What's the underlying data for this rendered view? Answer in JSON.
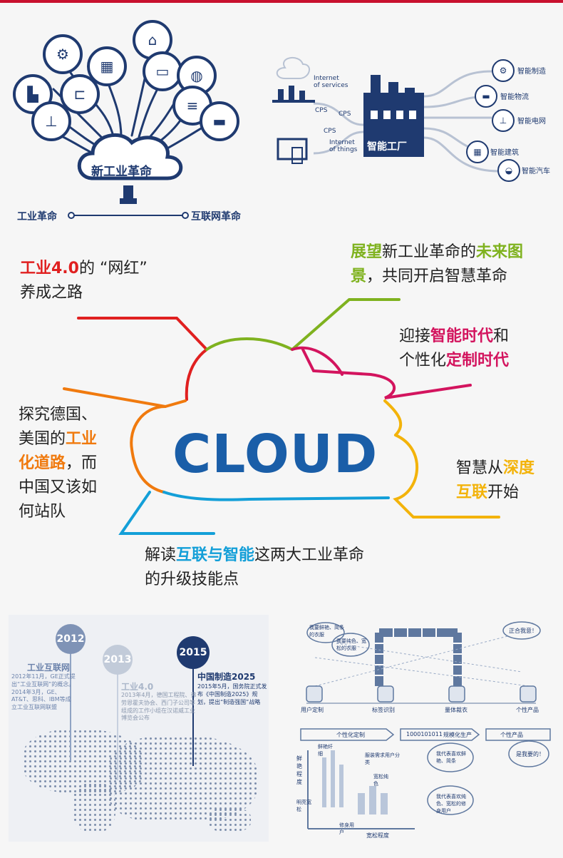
{
  "top_left": {
    "center_label": "新工业革命",
    "left_label": "工业革命",
    "right_label": "互联网革命",
    "icons": [
      "robot-arm-icon",
      "chip-icon",
      "factory-icon",
      "warehouse-icon",
      "computer-icon",
      "globe-phone-icon",
      "database-icon",
      "truck-icon",
      "forklift-icon",
      "tower-icon"
    ]
  },
  "top_right": {
    "labels": {
      "internet_of_services": "Internet\nof services",
      "internet_of_things": "Internet\nof things",
      "cps": "CPS",
      "factory": "智能工厂"
    },
    "outputs": [
      "智能制造",
      "智能物流",
      "智能电网",
      "智能建筑",
      "智能汽车"
    ]
  },
  "mind_map": {
    "center": "CLOUD",
    "left_top": {
      "part1": "工业4.0",
      "part2": "的 “网红”",
      "part3": "养成之路"
    },
    "right_top": {
      "part1": "展望",
      "part2": "新工业革命的",
      "part3": "未来图",
      "part4": "景",
      "part5": "，共同开启智慧革命"
    },
    "right_mid": {
      "part1": "迎接",
      "part2": "智能时代",
      "part3": "和",
      "part4": "个性化",
      "part5": "定制时代"
    },
    "left_mid": {
      "line1": "探究德国、",
      "line2a": "美国的",
      "line2b": "工业",
      "line3a": "化道路",
      "line3b": "，而",
      "line4": "中国又该如",
      "line5": "何站队"
    },
    "right_low": {
      "part1": "智慧从",
      "part2": "深度",
      "part3": "互联",
      "part4": "开始"
    },
    "bottom": {
      "part1": "解读",
      "part2": "互联与智能",
      "part3": "这两大工业革命",
      "part4": "的升级技能点"
    }
  },
  "bottom_left": {
    "years": [
      "2012",
      "2013",
      "2015"
    ],
    "items": [
      {
        "title": "工业互联网",
        "text": "2012年11月，GE正式提出“工业互联网”的概念。2014年3月，GE、AT&T、思科、IBM等成立工业互联网联盟"
      },
      {
        "title": "工业4.0",
        "text": "2013年4月，德国工程院、弗劳恩霍夫协会、西门子公司等组成的工作小组在汉诺威工业博览会公布"
      },
      {
        "title": "中国制造2025",
        "text": "2015年5月，国务院正式发布《中国制造2025》规划，提出“制造强国”战略"
      }
    ]
  },
  "bottom_right": {
    "bubbles": [
      "我要鲜艳、简条的衣服",
      "我要纯色、宽松的衣服",
      "正合我意！",
      "我代表喜欢鲜艳、简条",
      "是我要的！",
      "我代表喜欢纯色、宽松的修身用户"
    ],
    "steps": [
      "用户定制",
      "标签识别",
      "量体裁衣",
      "个性产品"
    ],
    "flow": [
      "个性化定制",
      "1000101011",
      "规模化生产",
      "个性产品"
    ],
    "axis": {
      "y": "鲜艳程度",
      "x": "宽松程度"
    },
    "chart_labels": [
      "鲜艳纤细",
      "服装需求用户分类",
      "明亮宽松",
      "宽松纯色",
      "修身用户"
    ]
  },
  "colors": {
    "red": "#e02020",
    "green": "#7fb21f",
    "pink": "#d3145e",
    "orange": "#f07a0e",
    "yellow": "#f3b30a",
    "blue": "#139fd8",
    "navy": "#1f3a70",
    "cloud": "#1a5ea8"
  }
}
